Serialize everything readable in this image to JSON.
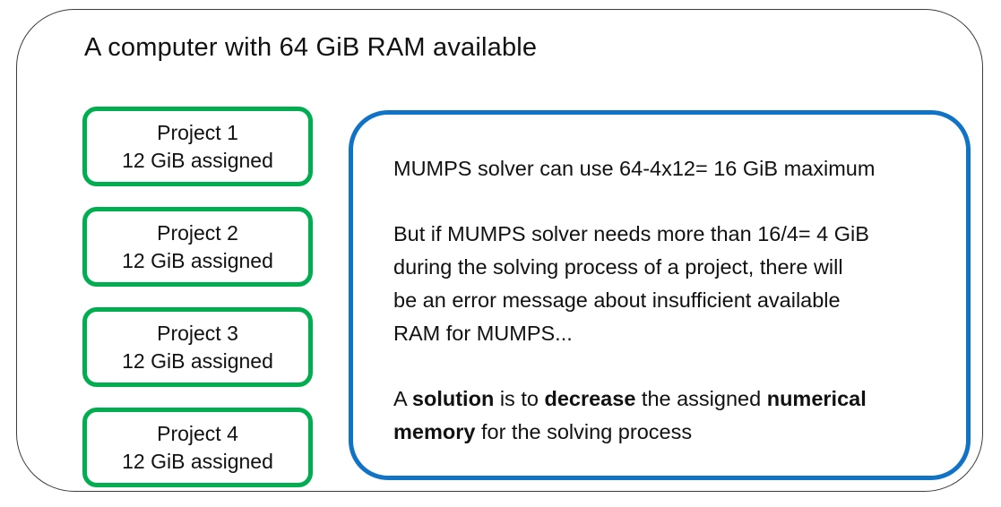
{
  "container": {
    "title": "A computer with 64 GiB RAM available"
  },
  "projects": [
    {
      "name": "Project 1",
      "memory": "12 GiB assigned"
    },
    {
      "name": "Project 2",
      "memory": "12 GiB assigned"
    },
    {
      "name": "Project 3",
      "memory": "12 GiB assigned"
    },
    {
      "name": "Project 4",
      "memory": "12 GiB assigned"
    }
  ],
  "note": {
    "paragraph1": "MUMPS solver can use 64-4x12= 16 GiB maximum",
    "paragraph2_lines": [
      "But if MUMPS solver needs more than 16/4= 4 GiB",
      "during the solving process of a project, there will",
      "be an error message about insufficient available",
      "RAM for MUMPS..."
    ],
    "paragraph3_lines": [
      [
        {
          "t": "A ",
          "b": false
        },
        {
          "t": "solution",
          "b": true
        },
        {
          "t": " is to ",
          "b": false
        },
        {
          "t": "decrease",
          "b": true
        },
        {
          "t": " the assigned ",
          "b": false
        },
        {
          "t": "numerical",
          "b": true
        }
      ],
      [
        {
          "t": "memory",
          "b": true
        },
        {
          "t": " for the solving process",
          "b": false
        }
      ]
    ]
  },
  "colors": {
    "green": "#00AE50",
    "blue": "#1173C5",
    "outer_border": "#3c3c3c",
    "text": "#111111"
  }
}
